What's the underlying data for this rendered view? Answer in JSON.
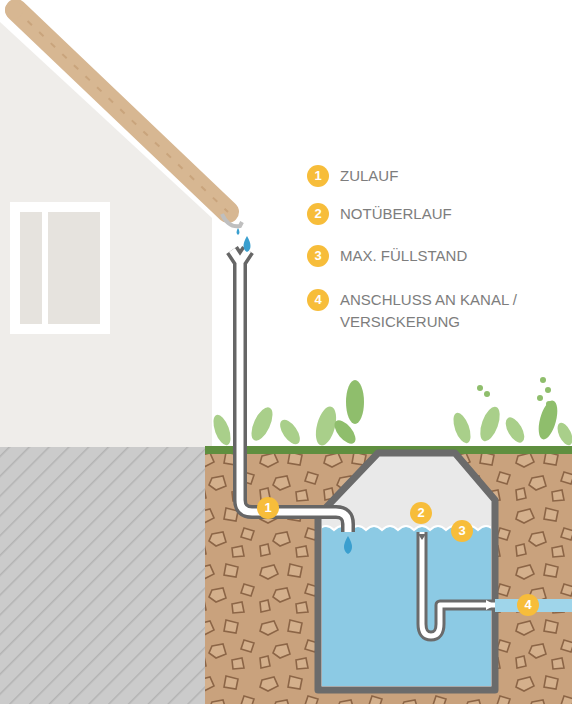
{
  "diagram": {
    "labels": [
      "1",
      "ZULAUF",
      "2",
      "NOTÜBERLAUF",
      "3",
      "MAX. FÜLLSTAND",
      "4",
      "ANSCHLUSS AN KANAL / VERSICKERUNG",
      "1",
      "2",
      "3",
      "4"
    ]
  }
}
